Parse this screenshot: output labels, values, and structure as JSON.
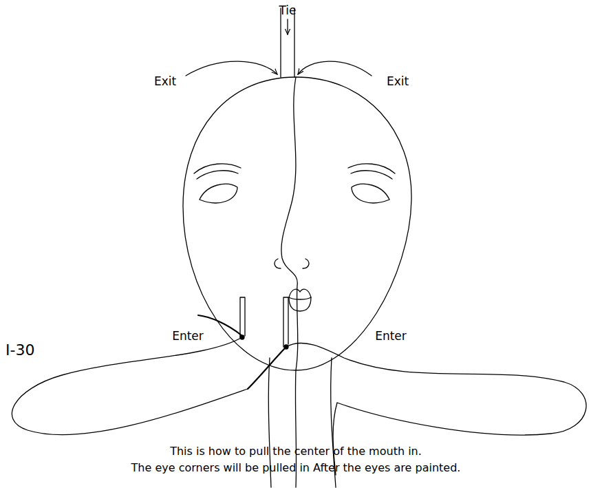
{
  "diagram": {
    "labels": [
      "Tie",
      "Exit",
      "Exit",
      "Enter",
      "Enter",
      "I-30",
      "This is how to pull the center of the mouth in.",
      "The eye corners will be pulled in After the eyes are painted."
    ]
  }
}
